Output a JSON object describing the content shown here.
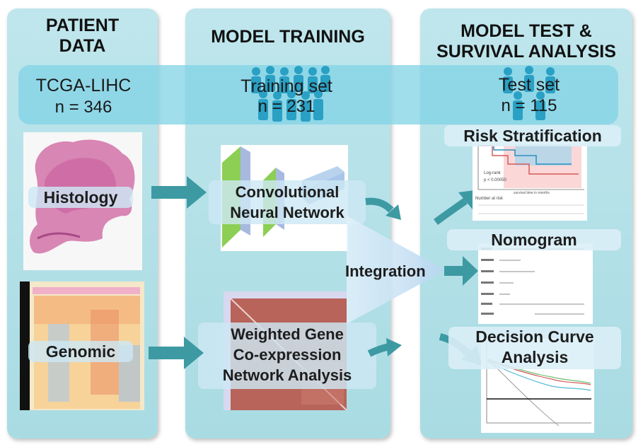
{
  "columns": {
    "patient_heading": "PATIENT\nDATA",
    "training_heading": "MODEL TRAINING",
    "test_heading": "MODEL TEST &\nSURVIVAL ANALYSIS"
  },
  "band": {
    "cohort_name": "TCGA-LIHC",
    "cohort_n": "n = 346",
    "training_label": "Training set",
    "training_n": "n = 231",
    "test_label": "Test set",
    "test_n": "n = 115"
  },
  "inputs": {
    "histology": "Histology",
    "genomic": "Genomic"
  },
  "models": {
    "cnn": "Convolutional\nNeural Network",
    "wgcna": "Weighted Gene\nCo-expression\nNetwork Analysis",
    "integration": "Integration"
  },
  "outputs": {
    "risk": "Risk Stratification",
    "nomogram": "Nomogram",
    "dca": "Decision Curve\nAnalysis"
  },
  "km_plot": {
    "logrank_label": "Log-rank",
    "p_value": "p < 0.00050",
    "number_at_risk": "Number at risk",
    "x_axis": "survival time in months"
  },
  "colors": {
    "panel": "#b4dfe6",
    "band": "#80d3e5",
    "arrow": "#3d9aa3",
    "crowd": "#2aa0c4"
  }
}
